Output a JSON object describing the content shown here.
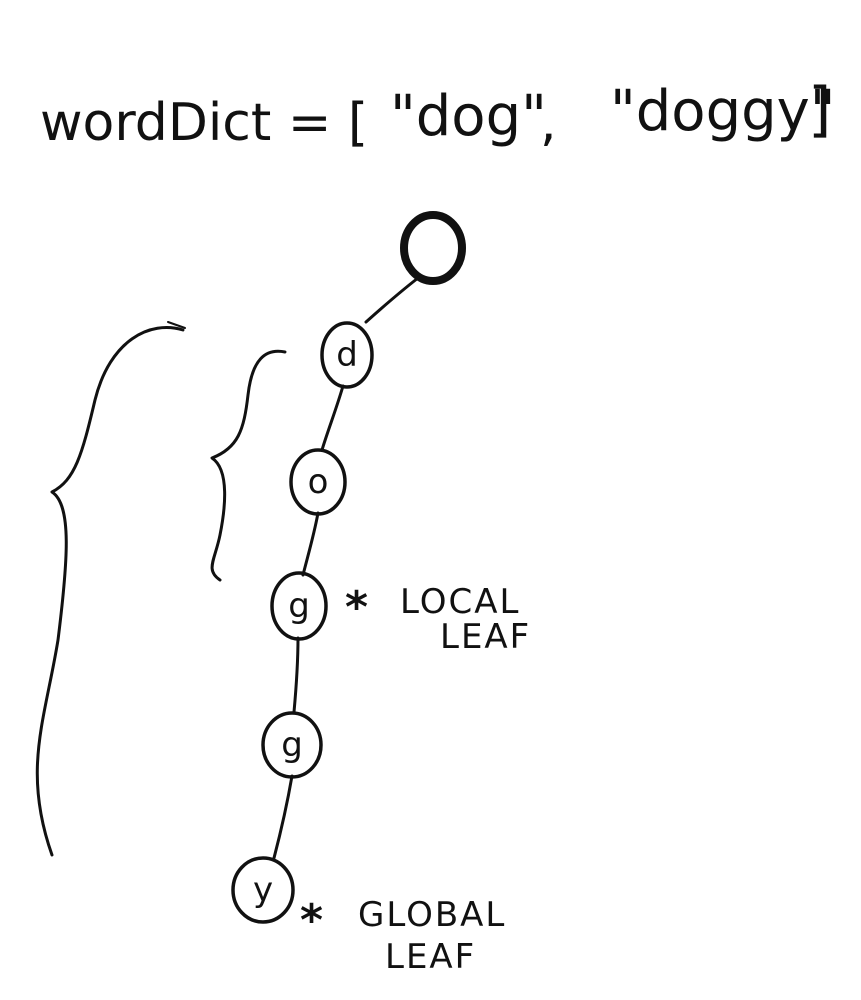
{
  "title": {
    "prefix": "wordDict = [",
    "word1": "\"dog\"",
    "comma": ",",
    "word2": "\"doggy\"",
    "suffix": "]"
  },
  "trie": {
    "root_label": "",
    "nodes": [
      "d",
      "o",
      "g",
      "g",
      "y"
    ]
  },
  "annotations": {
    "star": "*",
    "local_line1": "LOCAL",
    "local_line2": "LEAF",
    "global_line1": "GLOBAL",
    "global_line2": "LEAF"
  }
}
